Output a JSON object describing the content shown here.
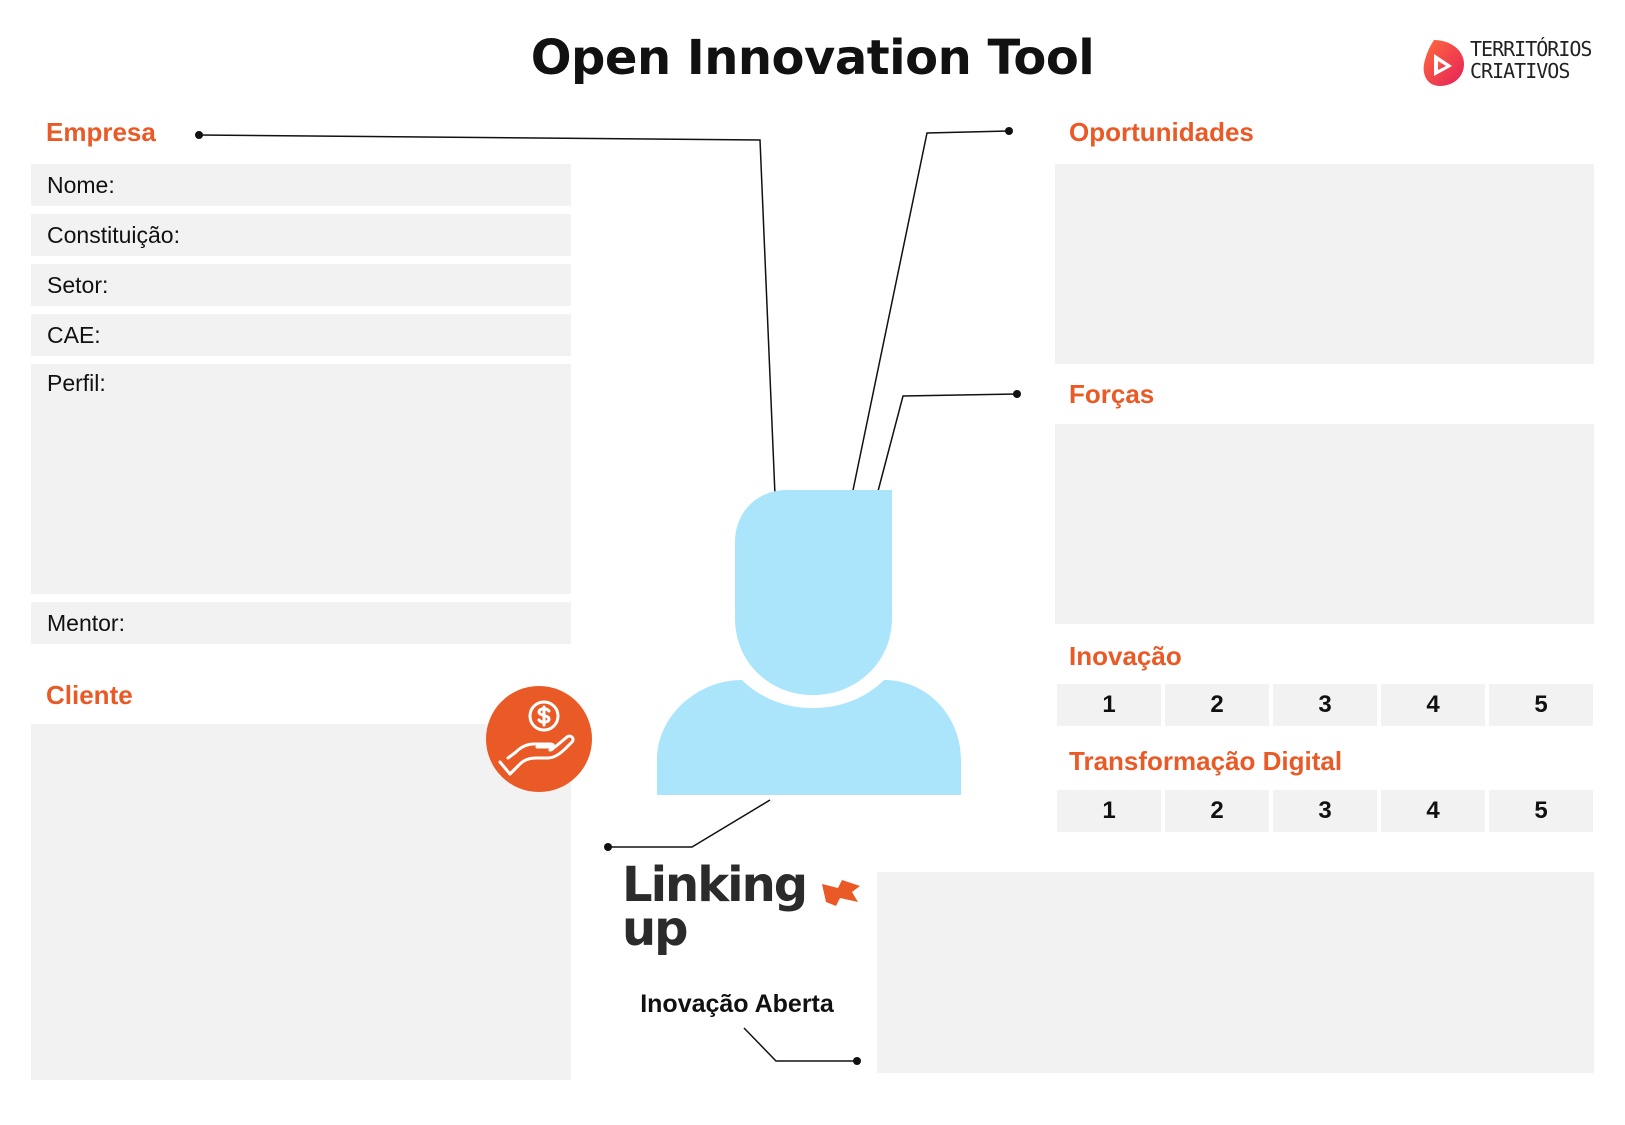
{
  "header": {
    "title": "Open Innovation Tool",
    "brand_line1": "TERRITÓRIOS",
    "brand_line2": "CRIATIVOS"
  },
  "empresa": {
    "heading": "Empresa",
    "fields": {
      "nome": "Nome:",
      "constituicao": "Constituição:",
      "setor": "Setor:",
      "cae": "CAE:",
      "perfil": "Perfil:",
      "mentor": "Mentor:"
    }
  },
  "cliente": {
    "heading": "Cliente"
  },
  "oportunidades": {
    "heading": "Oportunidades"
  },
  "forcas": {
    "heading": "Forças"
  },
  "inovacao": {
    "heading": "Inovação",
    "scale": [
      "1",
      "2",
      "3",
      "4",
      "5"
    ]
  },
  "transformacao": {
    "heading": "Transformação Digital",
    "scale": [
      "1",
      "2",
      "3",
      "4",
      "5"
    ]
  },
  "footer_logo": {
    "line1": "Linking",
    "line2": "up",
    "tagline": "Inovação Aberta"
  },
  "colors": {
    "accent": "#ea5a26",
    "figure": "#abe5fc",
    "box": "#f2f2f2"
  },
  "icons": [
    "hand-coin-icon",
    "person-silhouette-icon",
    "brand-logo-icon",
    "flag-icon"
  ]
}
